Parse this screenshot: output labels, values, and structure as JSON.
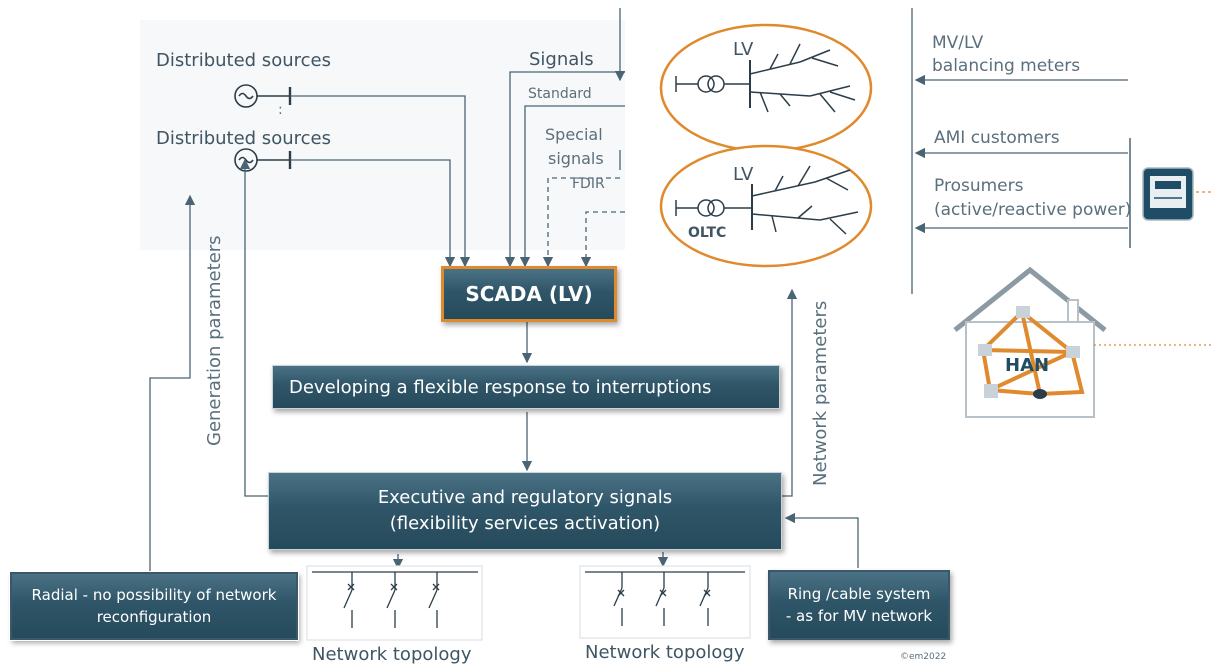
{
  "sources": {
    "top_label": "Distributed sources",
    "dots": ":",
    "bottom_label": "Distributed sources"
  },
  "signals": {
    "title": "Signals",
    "standard": "Standard",
    "special_line1": "Special",
    "special_line2": "signals",
    "fdir": "FDIR"
  },
  "lv_networks": [
    {
      "label": "LV",
      "extra": ""
    },
    {
      "label": "LV",
      "extra": "OLTC"
    }
  ],
  "right_inputs": {
    "mv_lv_line1": "MV/LV",
    "mv_lv_line2": "balancing meters",
    "ami": "AMI customers",
    "prosumers_line1": "Prosumers",
    "prosumers_line2": "(active/reactive power)"
  },
  "han_label": "HAN",
  "scada_label": "SCADA  (LV)",
  "flexible_response": "Developing a flexible response to interruptions",
  "executive_line1": "Executive and regulatory signals",
  "executive_line2": "(flexibility services activation)",
  "generation_parameters": "Generation parameters",
  "network_parameters": "Network parameters",
  "radial_line1": "Radial - no possibility of network",
  "radial_line2": "reconfiguration",
  "ring_line1": "Ring /cable system",
  "ring_line2": "- as for MV network",
  "topology_left": "Network topology",
  "topology_right": "Network topology",
  "copyright": "©em2022",
  "colors": {
    "orange": "#e08a2e",
    "dark_box": "#2f5668",
    "line": "#4a6474",
    "label": "#5b6f7c"
  }
}
